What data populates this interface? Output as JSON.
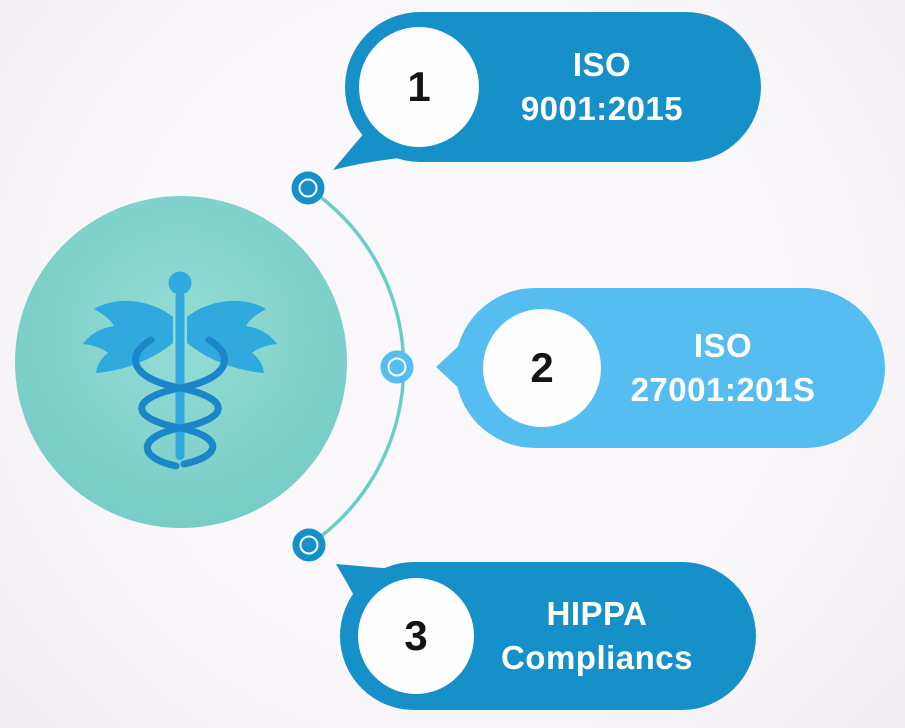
{
  "diagram": {
    "type": "infographic-list",
    "background_color": "#f8f6f8",
    "colors": {
      "primary_blue": "#1690c9",
      "light_blue": "#56bdf0",
      "teal_circle": "#7fd1cb",
      "arc_teal": "#68cfc5",
      "caduceus_wing_blue": "#2fa9de",
      "caduceus_snake_blue": "#1b86c9",
      "number_color": "#141414",
      "label_color": "#ffffff"
    },
    "center": {
      "icon": "caduceus-icon",
      "description_visible_text": ""
    },
    "items": [
      {
        "number": "1",
        "line1": "ISO",
        "line2": "9001:2015",
        "color": "#1690c9"
      },
      {
        "number": "2",
        "line1": "ISO",
        "line2": "27001:201S",
        "color": "#56bdf0"
      },
      {
        "number": "3",
        "line1": "HIPPA",
        "line2": "Compliancs",
        "color": "#1690c9"
      }
    ]
  }
}
